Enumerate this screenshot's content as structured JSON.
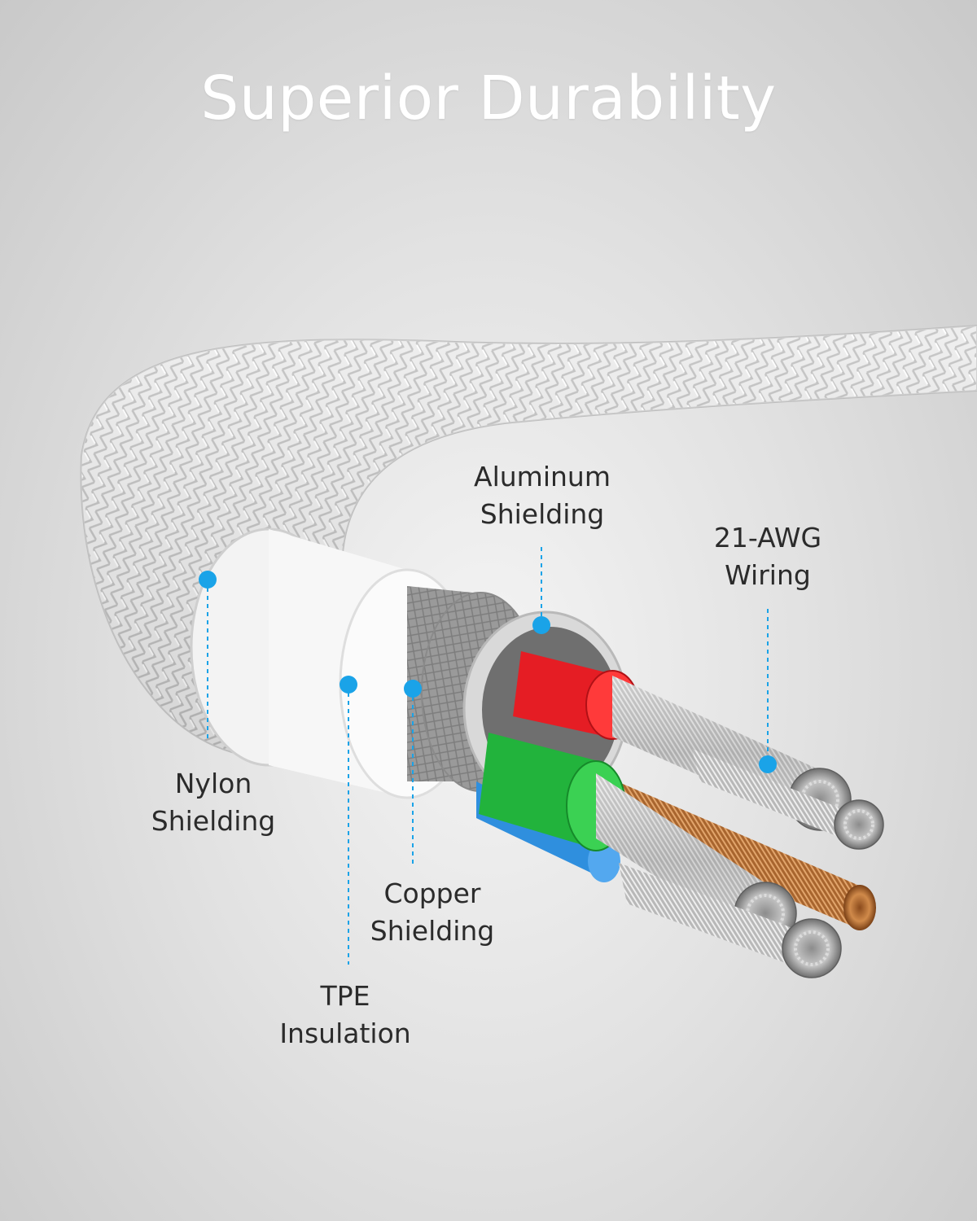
{
  "title": "Superior Durability",
  "colors": {
    "accent": "#1aa3e8",
    "background": "#d8d8d8",
    "braid": "#e9e9e9",
    "red_wire": "#e51d24",
    "green_wire": "#22b33c",
    "blue_wire": "#2f8fde",
    "copper_wire": "#c47a3a"
  },
  "callouts": {
    "aluminum": {
      "line1": "Aluminum",
      "line2": "Shielding"
    },
    "awg": {
      "line1": "21-AWG",
      "line2": "Wiring"
    },
    "nylon": {
      "line1": "Nylon",
      "line2": "Shielding"
    },
    "copper": {
      "line1": "Copper",
      "line2": "Shielding"
    },
    "tpe": {
      "line1": "TPE",
      "line2": "Insulation"
    }
  }
}
